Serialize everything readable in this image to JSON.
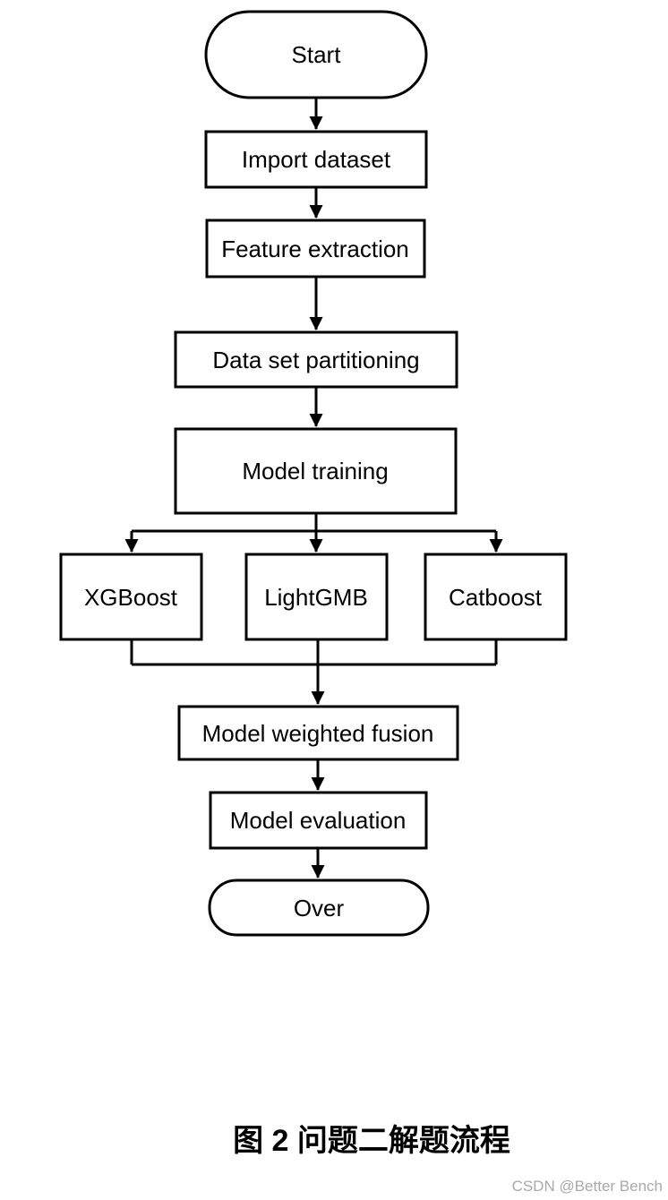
{
  "figure": {
    "caption": "图 2  问题二解题流程",
    "watermark": "CSDN @Better Bench"
  },
  "colors": {
    "background": "#ffffff",
    "stroke": "#000000",
    "watermark": "#a9a9a9"
  },
  "flowchart": {
    "nodes": {
      "start": {
        "label": "Start",
        "shape": "stadium"
      },
      "import_dataset": {
        "label": "Import dataset",
        "shape": "rect"
      },
      "feature_extraction": {
        "label": "Feature extraction",
        "shape": "rect"
      },
      "data_set_partitioning": {
        "label": "Data set partitioning",
        "shape": "rect"
      },
      "model_training": {
        "label": "Model training",
        "shape": "rect"
      },
      "xgboost": {
        "label": "XGBoost",
        "shape": "rect"
      },
      "lightgmb": {
        "label": "LightGMB",
        "shape": "rect"
      },
      "catboost": {
        "label": "Catboost",
        "shape": "rect"
      },
      "model_weighted_fusion": {
        "label": "Model weighted fusion",
        "shape": "rect"
      },
      "model_evaluation": {
        "label": "Model evaluation",
        "shape": "rect"
      },
      "over": {
        "label": "Over",
        "shape": "stadium"
      }
    },
    "edges": [
      {
        "from": "start",
        "to": "import_dataset"
      },
      {
        "from": "import_dataset",
        "to": "feature_extraction"
      },
      {
        "from": "feature_extraction",
        "to": "data_set_partitioning"
      },
      {
        "from": "data_set_partitioning",
        "to": "model_training"
      },
      {
        "from": "model_training",
        "to": "xgboost"
      },
      {
        "from": "model_training",
        "to": "lightgmb"
      },
      {
        "from": "model_training",
        "to": "catboost"
      },
      {
        "from": "xgboost",
        "to": "model_weighted_fusion"
      },
      {
        "from": "lightgmb",
        "to": "model_weighted_fusion"
      },
      {
        "from": "catboost",
        "to": "model_weighted_fusion"
      },
      {
        "from": "model_weighted_fusion",
        "to": "model_evaluation"
      },
      {
        "from": "model_evaluation",
        "to": "over"
      }
    ]
  }
}
